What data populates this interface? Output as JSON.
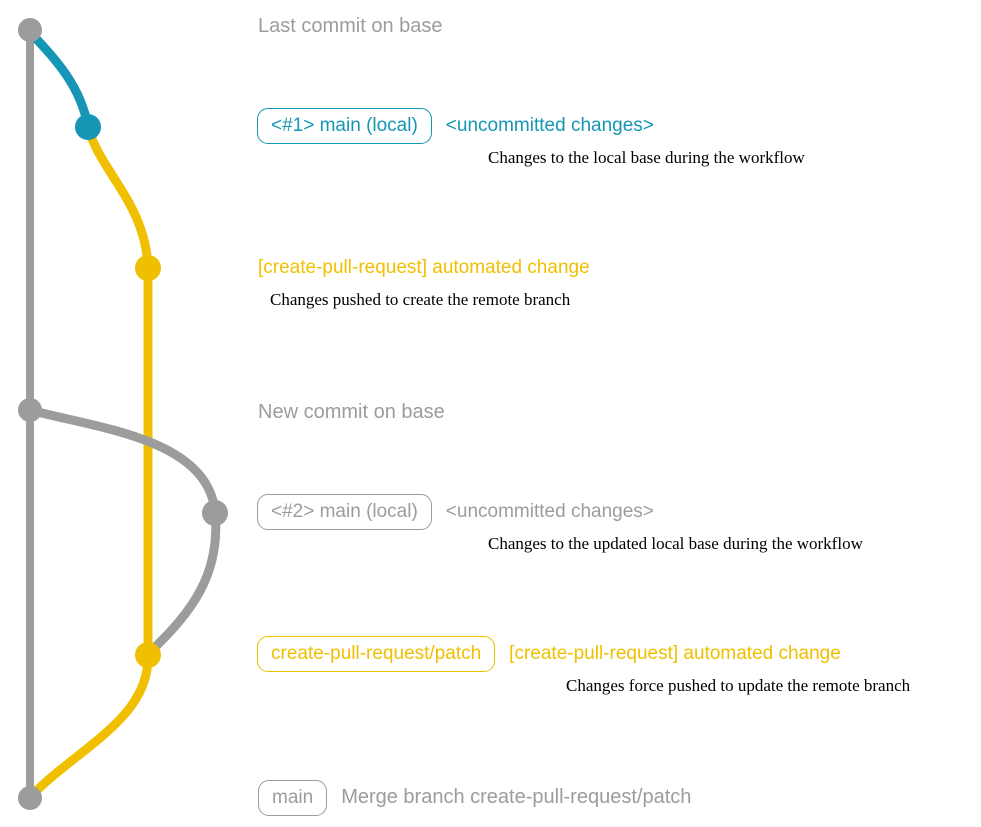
{
  "colors": {
    "gray": "#9c9c9c",
    "teal": "#1596b5",
    "yellow": "#f0c000",
    "description_text": "#000000",
    "background": "#ffffff"
  },
  "branches": [
    {
      "name": "base",
      "color": "#9c9c9c"
    },
    {
      "name": "main (local)",
      "color": "#1596b5"
    },
    {
      "name": "create-pull-request/patch",
      "color": "#f0c000"
    }
  ],
  "graph": {
    "last_commit_label": "Last commit on base",
    "new_commit_label": "New commit on base",
    "row1": {
      "badge": "<#1> main (local)",
      "note": "<uncommitted changes>",
      "description": "Changes to the local base during the workflow"
    },
    "row2": {
      "note": "[create-pull-request] automated change",
      "description": "Changes pushed to create the remote branch"
    },
    "row3": {
      "badge": "<#2> main (local)",
      "note": "<uncommitted changes>",
      "description": "Changes to the updated local base during the workflow"
    },
    "row4": {
      "badge": "create-pull-request/patch",
      "note": "[create-pull-request] automated change",
      "description": "Changes force pushed to update the remote branch"
    },
    "row5": {
      "badge": "main",
      "note": "Merge branch create-pull-request/patch"
    }
  }
}
